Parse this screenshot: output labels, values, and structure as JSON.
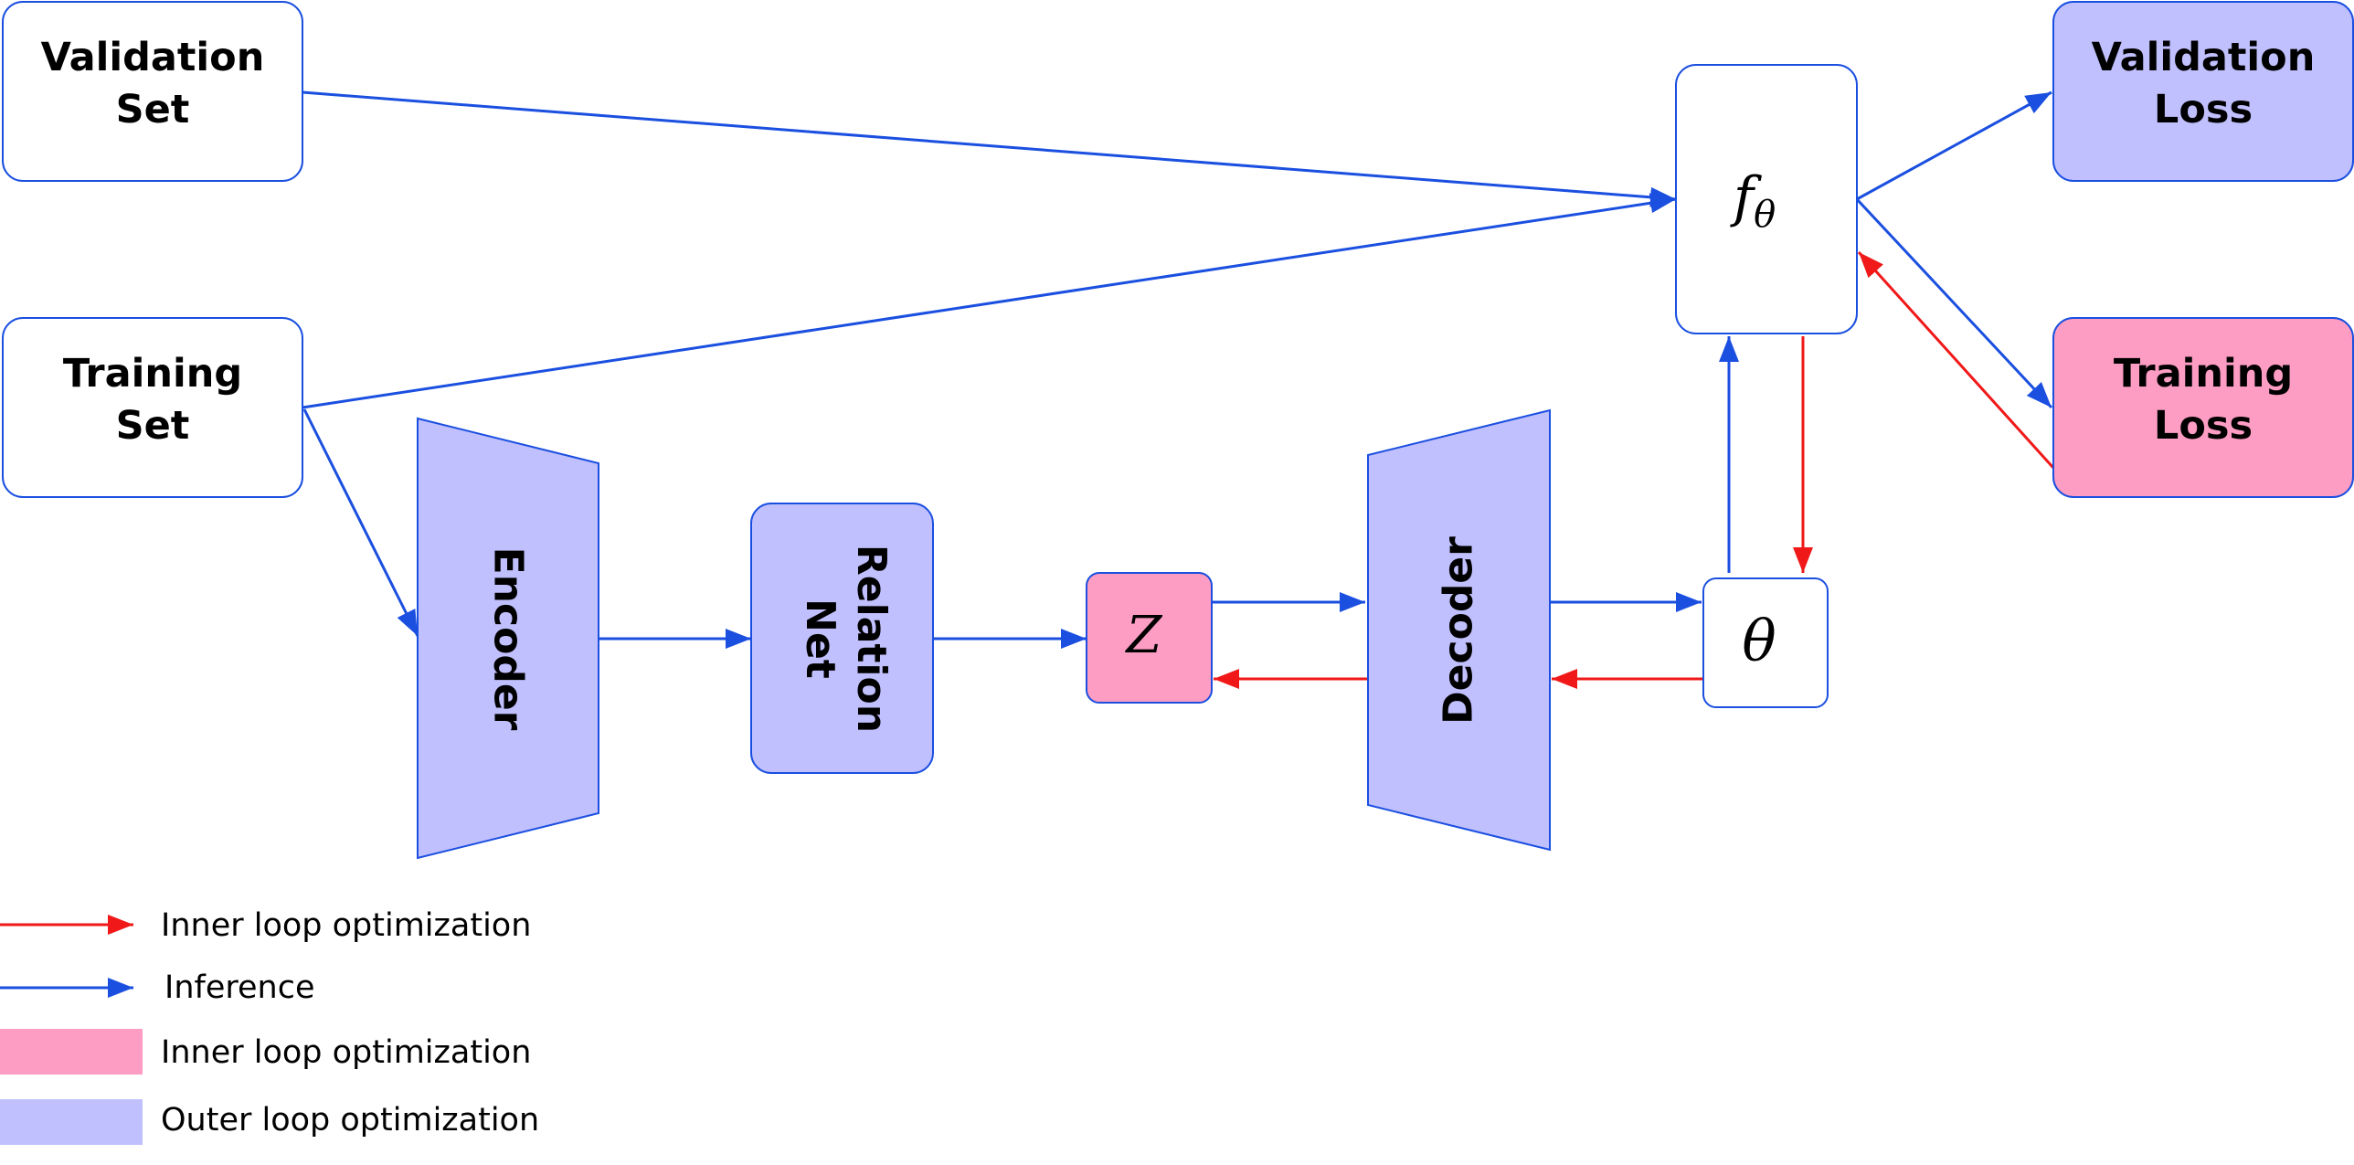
{
  "nodes": {
    "validation_set": {
      "line1": "Validation",
      "line2": "Set"
    },
    "training_set": {
      "line1": "Training",
      "line2": "Set"
    },
    "encoder": {
      "label": "Encoder"
    },
    "relation_net": {
      "line1": "Relation",
      "line2": "Net"
    },
    "z": {
      "symbol": "Z"
    },
    "decoder": {
      "label": "Decoder"
    },
    "theta": {
      "symbol": "θ"
    },
    "f_theta": {
      "main": "f",
      "sub": "θ"
    },
    "validation_loss": {
      "line1": "Validation",
      "line2": "Loss"
    },
    "training_loss": {
      "line1": "Training",
      "line2": "Loss"
    }
  },
  "legend": {
    "red_arrow": "Inner loop optimization",
    "blue_arrow": "Inference",
    "pink_box": "Inner loop optimization",
    "purple_box": "Outer loop optimization"
  },
  "colors": {
    "inference_arrow": "#1a4fe0",
    "inner_loop_arrow": "#f01818",
    "inner_loop_fill": "#fd9dc3",
    "outer_loop_fill": "#c1c0fe",
    "box_border": "#1a4fe0"
  }
}
